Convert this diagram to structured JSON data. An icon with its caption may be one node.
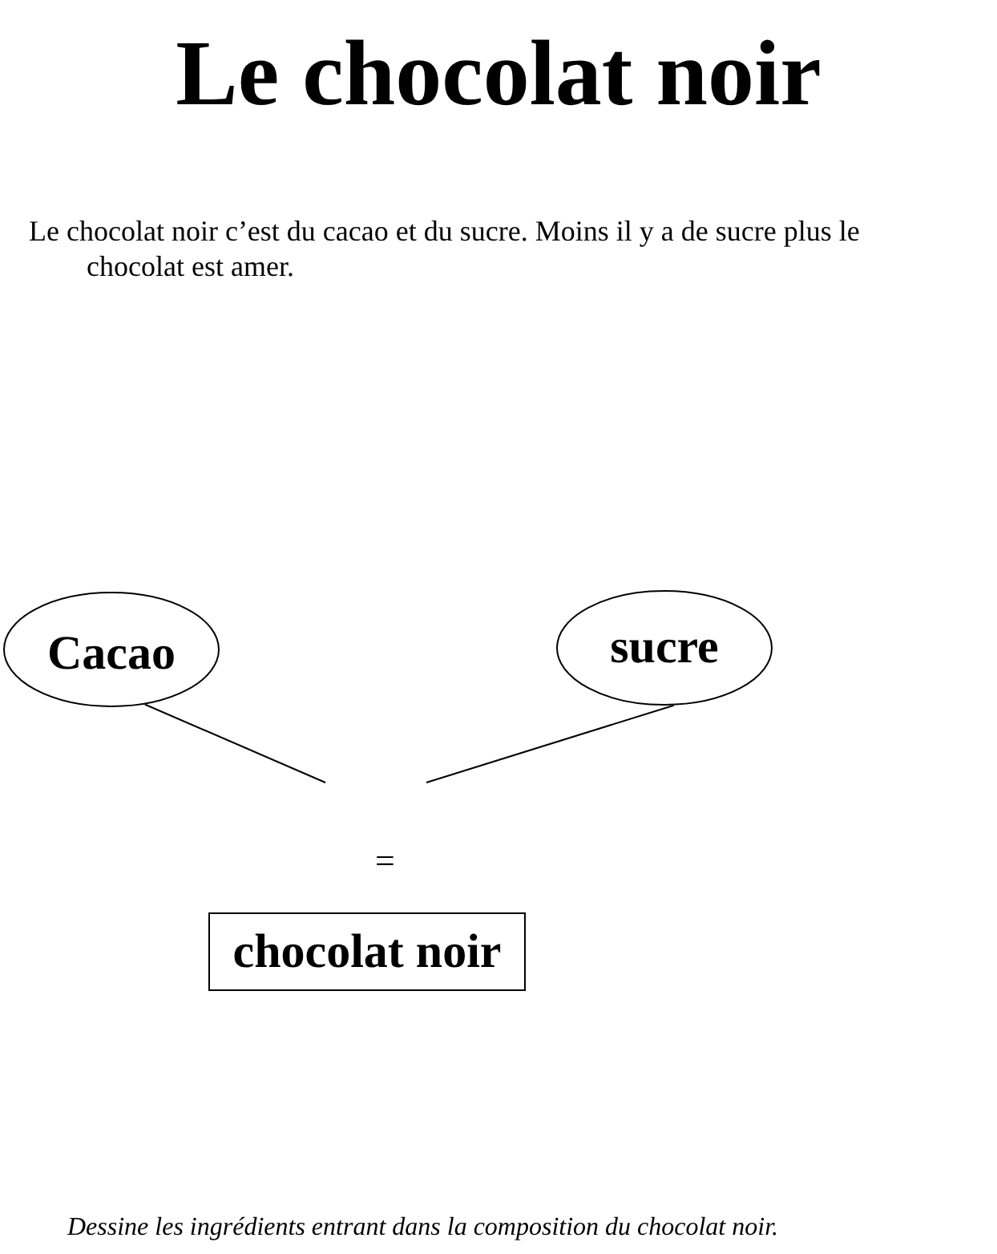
{
  "diagram": {
    "title": "Le chocolat noir",
    "caption": "Dessine les ingrédients entrant dans la composition du chocolat noir.",
    "nodes": [
      {
        "text": [
          "Cacao"
        ]
      },
      {
        "text": [
          "sucre"
        ]
      },
      {
        "text": [
          "chocolat noir"
        ]
      }
    ],
    "edges": [
      {
        "from": 0,
        "to": null,
        "arrow": "none"
      },
      {
        "from": 1,
        "to": null,
        "arrow": "none"
      }
    ],
    "labels": [
      "Le chocolat noir c’est du cacao et du sucre. Moins il y a de sucre plus le chocolat est amer.",
      "="
    ]
  }
}
